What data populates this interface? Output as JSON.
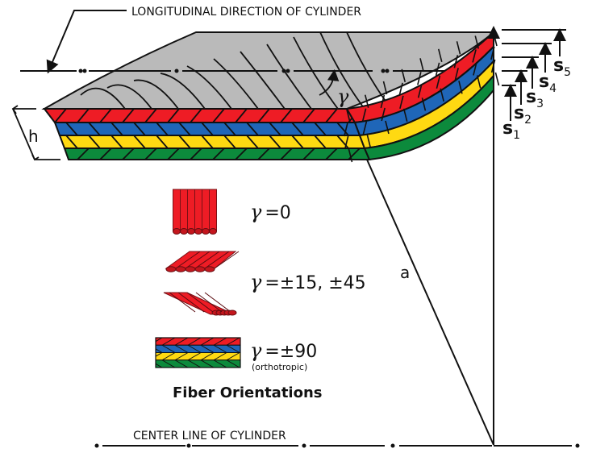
{
  "labels": {
    "longitudinal_direction": "LONGITUDINAL DIRECTION OF CYLINDER",
    "center_line": "CENTER LINE OF CYLINDER",
    "thickness": "h",
    "radius": "a",
    "angle_symbol": "γ",
    "legend_title": "Fiber Orientations"
  },
  "layers": [
    {
      "name": "layer-1",
      "color": "#ee1c25"
    },
    {
      "name": "layer-2",
      "color": "#1f66b8"
    },
    {
      "name": "layer-3",
      "color": "#ffd912"
    },
    {
      "name": "layer-4",
      "color": "#0c8a3c"
    }
  ],
  "surface_color": "#bababa",
  "stations": [
    {
      "symbol": "s",
      "index": "1"
    },
    {
      "symbol": "s",
      "index": "2"
    },
    {
      "symbol": "s",
      "index": "3"
    },
    {
      "symbol": "s",
      "index": "4"
    },
    {
      "symbol": "s",
      "index": "5"
    }
  ],
  "legend": [
    {
      "gamma": "γ",
      "equation": "=0",
      "note": ""
    },
    {
      "gamma": "γ",
      "equation": "=±15, ±45",
      "note": ""
    },
    {
      "gamma": "γ",
      "equation": "=±90",
      "note": "(orthotropic)"
    }
  ]
}
